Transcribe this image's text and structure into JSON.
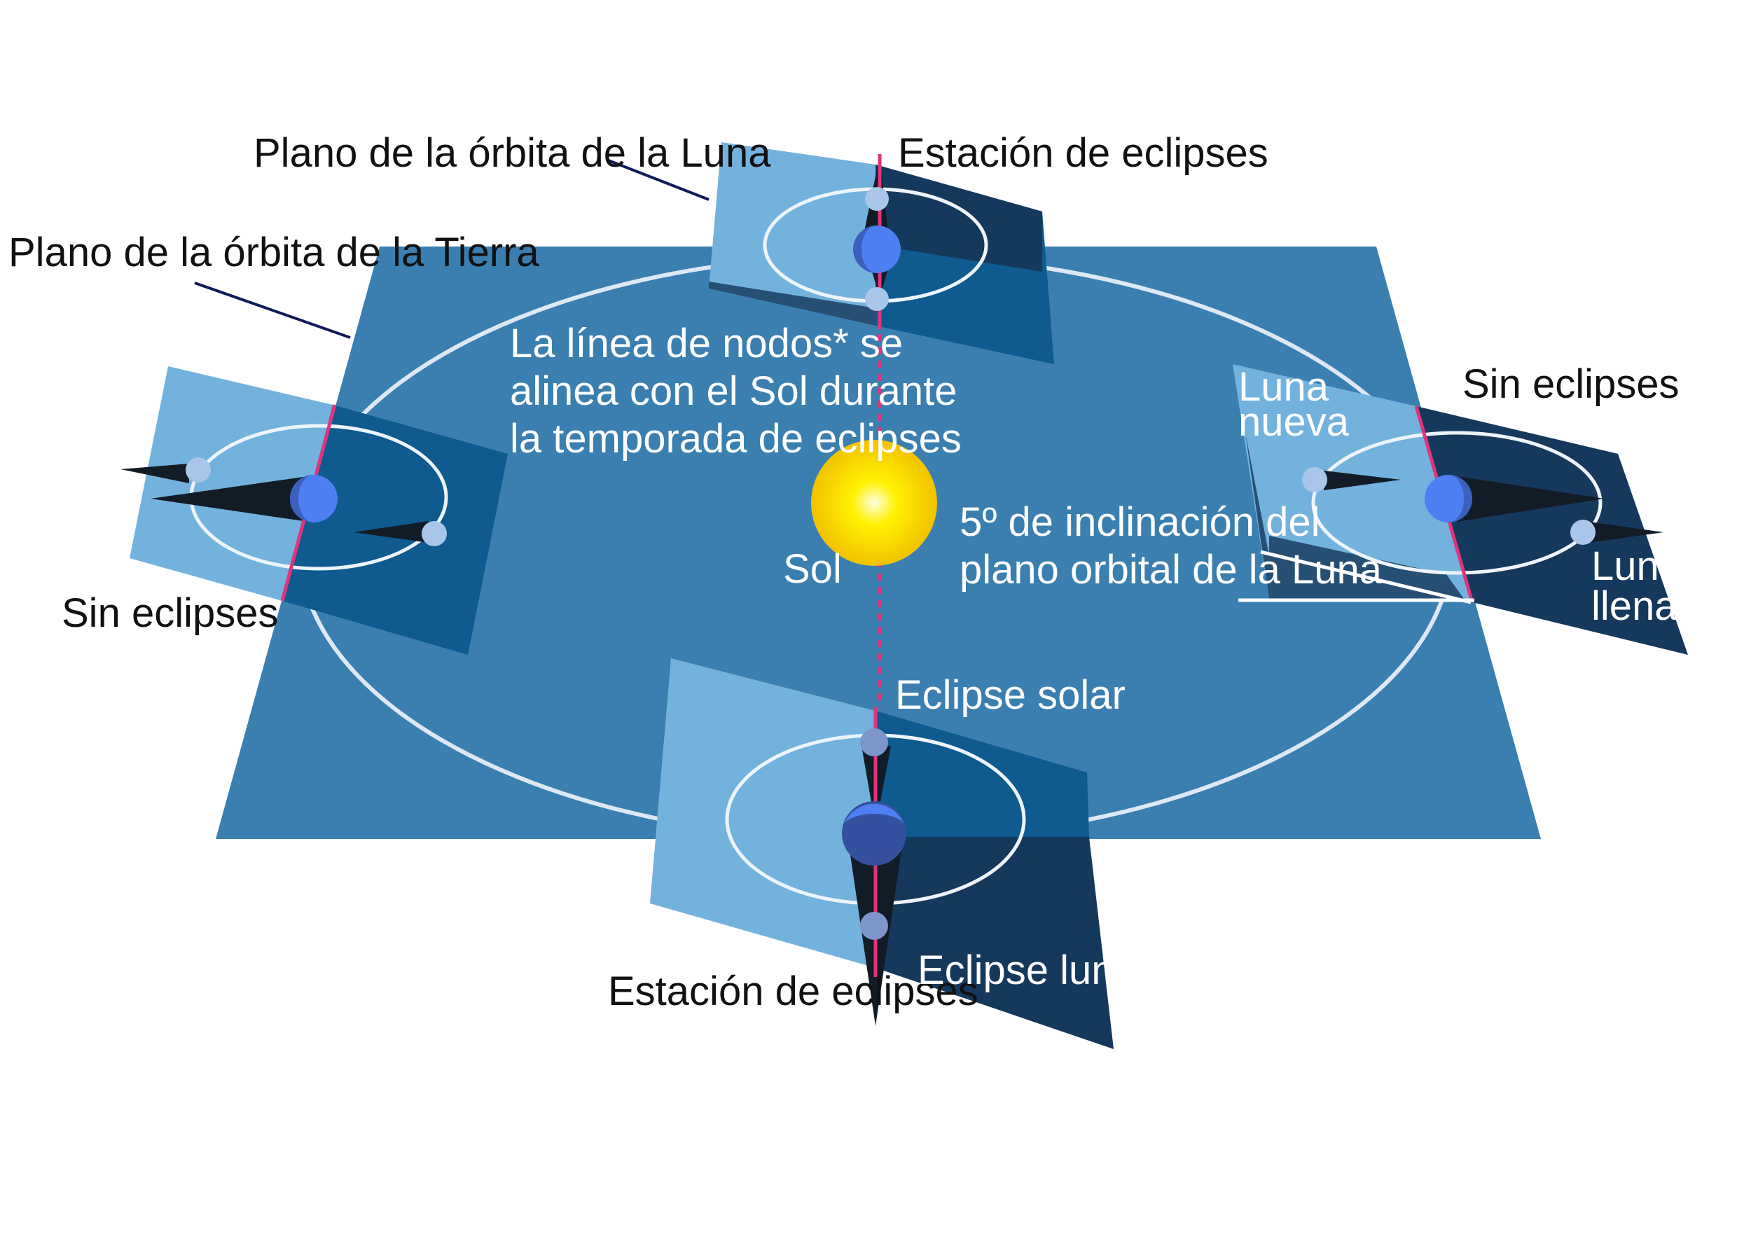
{
  "labels": {
    "moon_orbit_plane": "Plano de la órbita de la Luna",
    "earth_orbit_plane": "Plano de la órbita de la Tierra",
    "eclipse_season_top": "Estación de eclipses",
    "eclipse_season_bottom": "Estación de eclipses",
    "no_eclipses_left": "Sin eclipses",
    "no_eclipses_right": "Sin eclipses",
    "node_line": [
      "La línea de nodos*  se",
      "alinea con el Sol durante",
      "la temporada de eclipses"
    ],
    "sun": "Sol",
    "inclination": [
      "5º de inclinación del",
      "plano orbital de la Luna"
    ],
    "new_moon": [
      "Luna",
      "nueva"
    ],
    "full_moon": [
      "Luna",
      "llena"
    ],
    "solar_eclipse": "Eclipse solar",
    "lunar_eclipse": "Eclipse lunar"
  },
  "colors": {
    "earth_plane": "#3a7fb0",
    "moon_plane_light": "#74b2de",
    "moon_plane_dark": "#0f5a8f",
    "moon_plane_darker": "#15395c",
    "sun": "#f6d200",
    "earth": "#4d7ff2",
    "moon": "#a9c6e8",
    "node_line": "#e0347c",
    "shadow": "#121c26"
  }
}
